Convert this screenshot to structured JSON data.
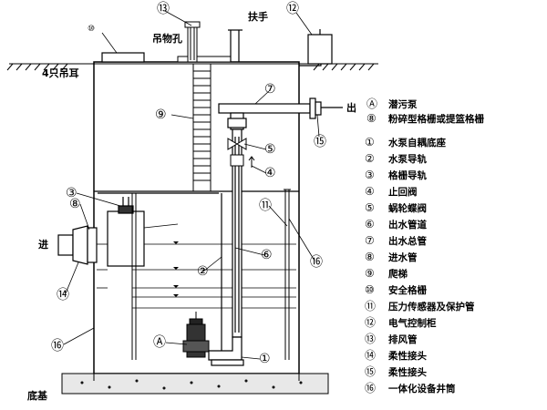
{
  "labels": {
    "hoist_hole": "吊物孔",
    "handrail": "扶手",
    "lifting_lugs": "4只吊耳",
    "outlet": "出",
    "inlet": "进",
    "foundation": "底基"
  },
  "callouts": [
    "⑩",
    "⑬",
    "⑫",
    "⑨",
    "⑦",
    "⑮",
    "⑤",
    "④",
    "③",
    "⑪",
    "⑧",
    "⑥",
    "⑯",
    "⑯",
    "②",
    "⑭",
    "Ⓐ",
    "①"
  ],
  "legend": [
    {
      "num": "Ⓐ",
      "text": "潜污泵"
    },
    {
      "num": "⑧",
      "text": "粉碎型格栅或提篮格栅"
    },
    {
      "num": "①",
      "text": "水泵自耦底座"
    },
    {
      "num": "②",
      "text": "水泵导轨"
    },
    {
      "num": "③",
      "text": "格栅导轨"
    },
    {
      "num": "④",
      "text": "止回阀"
    },
    {
      "num": "⑤",
      "text": "蜗轮蝶阀"
    },
    {
      "num": "⑥",
      "text": "出水管道"
    },
    {
      "num": "⑦",
      "text": "出水总管"
    },
    {
      "num": "⑧",
      "text": "进水管"
    },
    {
      "num": "⑨",
      "text": "爬梯"
    },
    {
      "num": "⑩",
      "text": "安全格栅"
    },
    {
      "num": "⑪",
      "text": "压力传感器及保护管"
    },
    {
      "num": "⑫",
      "text": "电气控制柜"
    },
    {
      "num": "⑬",
      "text": "排风管"
    },
    {
      "num": "⑭",
      "text": "柔性接头"
    },
    {
      "num": "⑮",
      "text": "柔性接头"
    },
    {
      "num": "⑯",
      "text": "一体化设备井筒"
    }
  ]
}
